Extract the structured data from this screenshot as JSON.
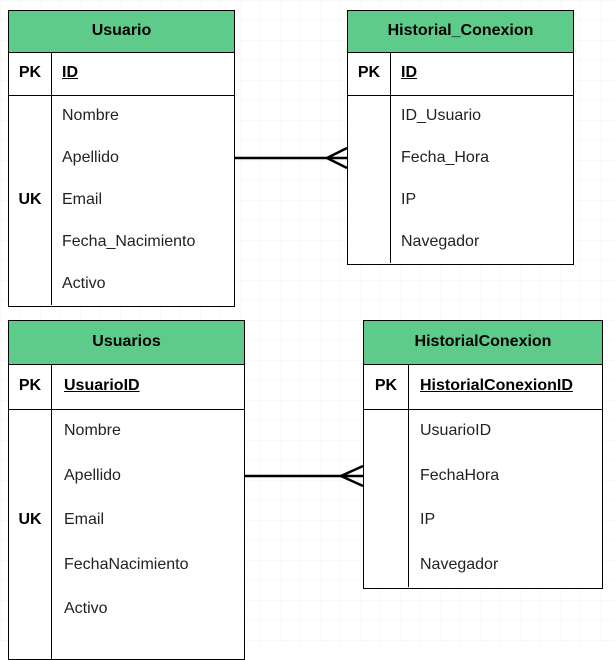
{
  "accent": "#5ecb8a",
  "diagram_top": {
    "user": {
      "title": "Usuario",
      "pk_label": "PK",
      "pk_field": "ID",
      "uk_label": "UK",
      "attributes": [
        "Nombre",
        "Apellido",
        "Email",
        "Fecha_Nacimiento",
        "Activo"
      ]
    },
    "history": {
      "title": "Historial_Conexion",
      "pk_label": "PK",
      "pk_field": "ID",
      "attributes": [
        "ID_Usuario",
        "Fecha_Hora",
        "IP",
        "Navegador"
      ]
    }
  },
  "diagram_bottom": {
    "user": {
      "title": "Usuarios",
      "pk_label": "PK",
      "pk_field": "UsuarioID",
      "uk_label": "UK",
      "attributes": [
        "Nombre",
        "Apellido",
        "Email",
        "FechaNacimiento",
        "Activo"
      ]
    },
    "history": {
      "title": "HistorialConexion",
      "pk_label": "PK",
      "pk_field": "HistorialConexionID",
      "attributes": [
        "UsuarioID",
        "FechaHora",
        "IP",
        "Navegador"
      ]
    }
  }
}
